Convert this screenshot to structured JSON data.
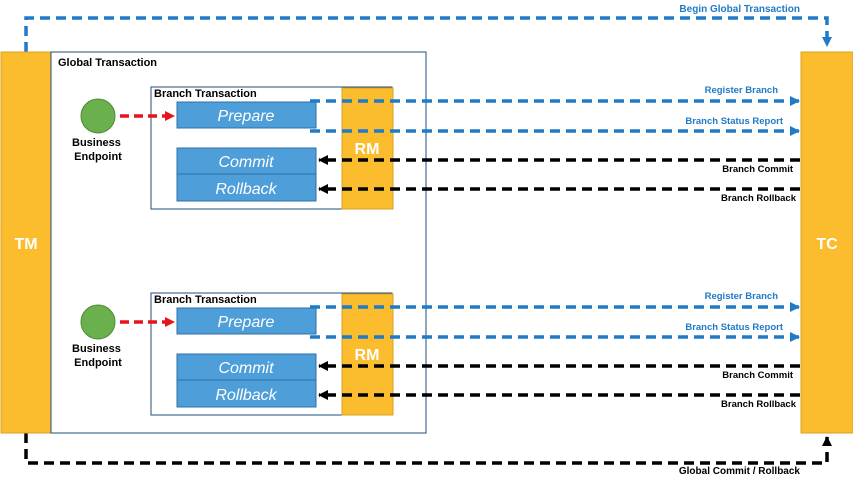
{
  "top_label": "Begin Global Transaction",
  "bottom_label": "Global Commit / Rollback",
  "tm": {
    "label": "TM"
  },
  "tc": {
    "label": "TC"
  },
  "global": {
    "title": "Global Transaction"
  },
  "branches": [
    {
      "title": "Branch Transaction",
      "endpoint": [
        "Business",
        "Endpoint"
      ],
      "prepare": "Prepare",
      "commit": "Commit",
      "rollback": "Rollback",
      "rm": "RM",
      "arrows": {
        "register": "Register Branch",
        "status": "Branch Status Report",
        "commit": "Branch Commit",
        "rollback": "Branch Rollback"
      }
    },
    {
      "title": "Branch Transaction",
      "endpoint": [
        "Business",
        "Endpoint"
      ],
      "prepare": "Prepare",
      "commit": "Commit",
      "rollback": "Rollback",
      "rm": "RM",
      "arrows": {
        "register": "Register Branch",
        "status": "Branch Status Report",
        "commit": "Branch Commit",
        "rollback": "Branch Rollback"
      }
    }
  ],
  "colors": {
    "orange": "#FBBD2E",
    "orange_border": "#D9A11F",
    "blue_box": "#4E9FD9",
    "blue_border": "#2F6FA5",
    "blue_arrow": "#1F7AC7",
    "black_arrow": "#000000",
    "red_arrow": "#E8141B",
    "endpoint": "#6AB04C",
    "endpoint_border": "#4E8A36",
    "container_border": "#1F4E79"
  }
}
